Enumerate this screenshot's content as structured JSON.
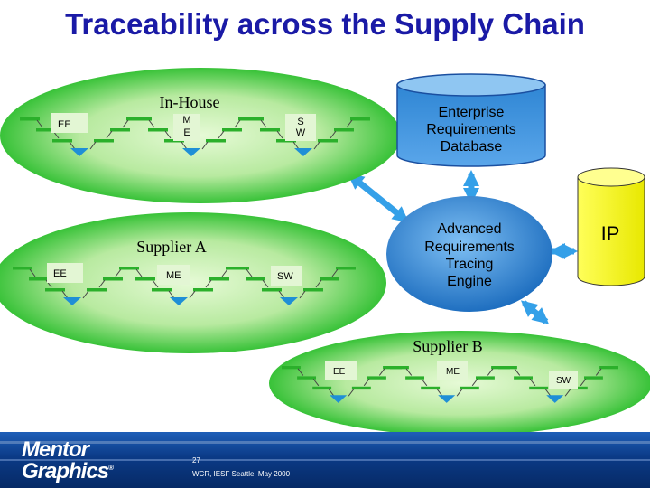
{
  "title": "Traceability across the Supply Chain",
  "groups": {
    "inhouse": {
      "label": "In-House",
      "ee": "EE",
      "me": [
        "M",
        "E"
      ],
      "sw": [
        "S",
        "W"
      ]
    },
    "supplier_a": {
      "label": "Supplier A",
      "ee": "EE",
      "me": "ME",
      "sw": "SW"
    },
    "supplier_b": {
      "label": "Supplier B",
      "ee": "EE",
      "me": "ME",
      "sw": "SW"
    }
  },
  "database": [
    "Enterprise",
    "Requirements",
    "Database"
  ],
  "engine": [
    "Advanced",
    "Requirements",
    "Tracing",
    "Engine"
  ],
  "ip": "IP",
  "footer": {
    "page": "27",
    "note": "WCR, IESF Seattle, May 2000",
    "logo": [
      "Mentor",
      "Graphics"
    ],
    "logo_mark": "®"
  },
  "colors": {
    "title": "#1a1aa6",
    "ellipse_center": "#d6f5c0",
    "ellipse_edge": "#3ec83e",
    "v_bar": "#2bb02b",
    "v_arrow": "#1f8fd6",
    "engine": "#2f86d4",
    "db_top": "#2f86d4",
    "ip": "#ffff00",
    "connector": "#34a0e8"
  }
}
